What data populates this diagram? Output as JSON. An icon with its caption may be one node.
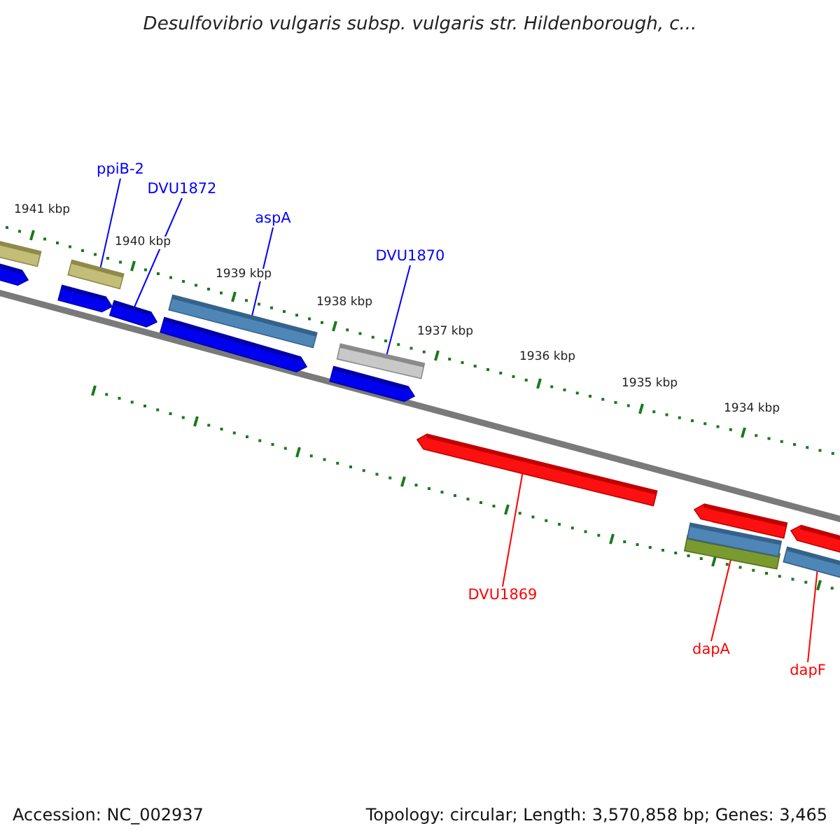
{
  "diagram": {
    "title": "Desulfovibrio vulgaris subsp. vulgaris str. Hildenborough, c...",
    "nodes": [
      {
        "text": [
          "ppiB-2"
        ]
      },
      {
        "text": [],
        "shape": "bar"
      },
      {
        "text": [
          "DVU1872"
        ]
      },
      {
        "text": [],
        "shape": "bar"
      },
      {
        "text": [
          "aspA"
        ]
      },
      {
        "text": [],
        "shape": "bar"
      },
      {
        "text": [
          "DVU1870"
        ]
      },
      {
        "text": [],
        "shape": "bar"
      },
      {
        "text": [
          "DVU1869"
        ]
      },
      {
        "text": [],
        "shape": "bar"
      },
      {
        "text": [
          "dapA"
        ]
      },
      {
        "text": [],
        "shape": "bar"
      },
      {
        "text": [
          "dapF"
        ]
      },
      {
        "text": [],
        "shape": "bar"
      },
      {
        "text": [],
        "shape": "bar"
      },
      {
        "text": [],
        "shape": "bar"
      },
      {
        "text": [],
        "shape": "bar"
      },
      {
        "text": [],
        "shape": "bar"
      },
      {
        "text": [],
        "shape": "bar"
      },
      {
        "text": [],
        "shape": "bar"
      },
      {
        "text": [],
        "shape": "bar"
      },
      {
        "text": [],
        "shape": "bar"
      }
    ],
    "edges": [
      {
        "from": 0,
        "to": 1,
        "arrow": "none"
      },
      {
        "from": 2,
        "to": 3,
        "arrow": "none"
      },
      {
        "from": 4,
        "to": 5,
        "arrow": "none"
      },
      {
        "from": 6,
        "to": 7,
        "arrow": "none"
      },
      {
        "from": 8,
        "to": 9,
        "arrow": "none",
        "color": "#ff0000"
      },
      {
        "from": 10,
        "to": 11,
        "arrow": "none",
        "color": "#ff0000"
      },
      {
        "from": 12,
        "to": 13,
        "arrow": "none",
        "color": "#ff0000"
      }
    ],
    "labels": [
      "1941 kbp",
      "1940 kbp",
      "1939 kbp",
      "1938 kbp",
      "1937 kbp",
      "1936 kbp",
      "1935 kbp",
      "1934 kbp",
      "Accession: NC_002937",
      "Topology: circular; Length: 3,570,858 bp; Genes: 3,465"
    ]
  }
}
